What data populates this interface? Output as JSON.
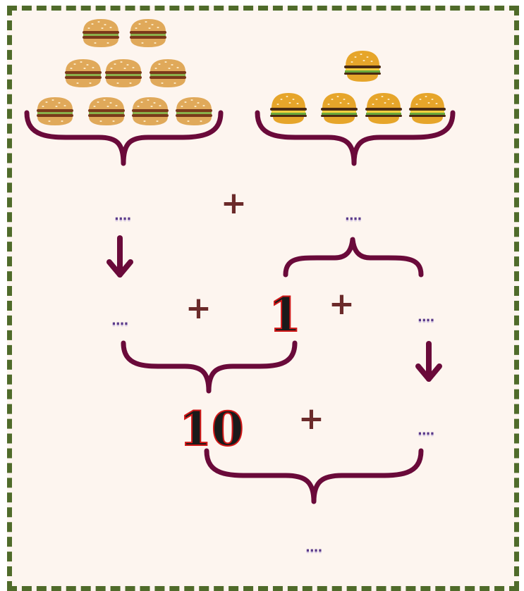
{
  "diagram": {
    "group_left": {
      "burger_count": 9,
      "burger_style": "plain"
    },
    "group_right": {
      "burger_count": 5,
      "burger_style": "cheese"
    },
    "plus": "+",
    "blank": "....",
    "known_one": "1",
    "known_ten": "10"
  },
  "colors": {
    "frame_border": "#4f6b2a",
    "background": "#fdf5ef",
    "brace": "#6a0a3a",
    "plus": "#6b2a2a",
    "number_fill": "#1a1a1a",
    "number_outline": "#d01818",
    "blank_dots": "#5a3a8a"
  }
}
